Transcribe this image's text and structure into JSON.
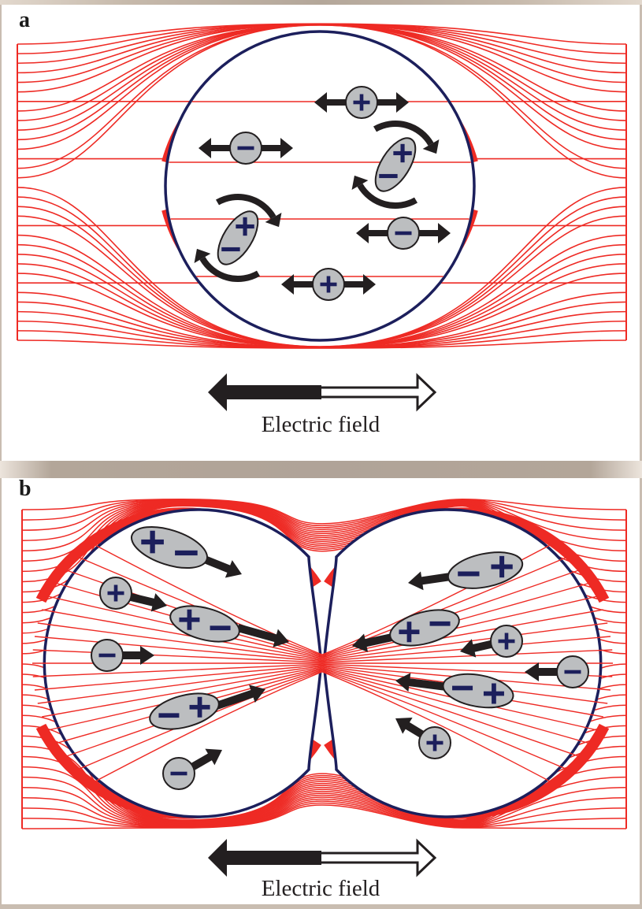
{
  "figure": {
    "colors": {
      "field_line": "#ee2a24",
      "membrane": "#1c1f5c",
      "particle_fill": "#bcbec0",
      "particle_stroke": "#231f20",
      "charge_sign": "#1c1f5c",
      "arrow": "#231f20",
      "background": "#ffffff",
      "frame": "#c9bdb1"
    },
    "panels": [
      {
        "id": "a",
        "label": "a",
        "field_caption": "Electric field",
        "cells": 1,
        "field_line_count": 32,
        "particles": [
          {
            "type": "charge",
            "sign": "+",
            "motion": "oscillating",
            "desc": "positive charge oscillating horizontally"
          },
          {
            "type": "charge",
            "sign": "−",
            "motion": "oscillating",
            "desc": "negative charge oscillating horizontally"
          },
          {
            "type": "dipole",
            "signs": [
              "−",
              "+"
            ],
            "motion": "rotating",
            "desc": "dipole rotating, upper right"
          },
          {
            "type": "dipole",
            "signs": [
              "−",
              "+"
            ],
            "motion": "rotating",
            "desc": "dipole rotating, left"
          },
          {
            "type": "charge",
            "sign": "−",
            "motion": "oscillating",
            "desc": "negative charge oscillating horizontally"
          },
          {
            "type": "charge",
            "sign": "+",
            "motion": "oscillating",
            "desc": "positive charge oscillating horizontally"
          }
        ]
      },
      {
        "id": "b",
        "label": "b",
        "field_caption": "Electric field",
        "cells": 2,
        "field_line_count": 32,
        "particles": [
          {
            "type": "dipole",
            "signs": [
              "+",
              "−"
            ],
            "motion": "drift-toward-junction"
          },
          {
            "type": "charge",
            "sign": "+",
            "motion": "drift-toward-junction"
          },
          {
            "type": "dipole",
            "signs": [
              "+",
              "−"
            ],
            "motion": "drift-toward-junction"
          },
          {
            "type": "charge",
            "sign": "−",
            "motion": "drift-toward-junction"
          },
          {
            "type": "dipole",
            "signs": [
              "−",
              "+"
            ],
            "motion": "drift-toward-junction"
          },
          {
            "type": "charge",
            "sign": "−",
            "motion": "drift-toward-junction"
          },
          {
            "type": "dipole",
            "signs": [
              "−",
              "+"
            ],
            "motion": "drift-toward-junction"
          },
          {
            "type": "dipole",
            "signs": [
              "+",
              "−"
            ],
            "motion": "drift-toward-junction"
          },
          {
            "type": "charge",
            "sign": "+",
            "motion": "drift-toward-junction"
          },
          {
            "type": "charge",
            "sign": "−",
            "motion": "drift-toward-junction"
          },
          {
            "type": "dipole",
            "signs": [
              "−",
              "+"
            ],
            "motion": "drift-toward-junction"
          },
          {
            "type": "charge",
            "sign": "+",
            "motion": "drift-toward-junction"
          }
        ]
      }
    ]
  }
}
